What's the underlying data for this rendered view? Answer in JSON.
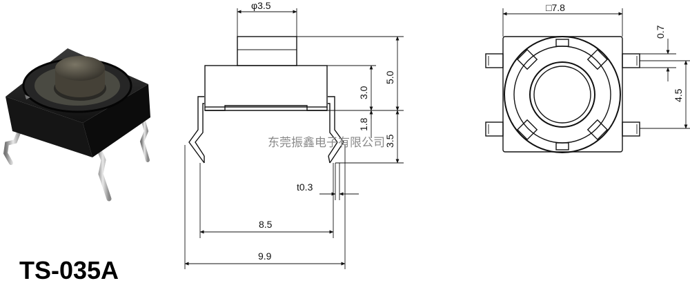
{
  "model_name": "TS-035A",
  "watermark": "东莞振鑫电子有限公司",
  "side_view": {
    "actuator_diameter": "φ3.5",
    "total_height": "5.0",
    "body_height": "3.0",
    "base_height": "1.8",
    "pin_length": "3.5",
    "pin_thickness": "t0.3",
    "pin_inner_span": "8.5",
    "pin_outer_span": "9.9"
  },
  "top_view": {
    "body_size": "□7.8",
    "terminal_width": "0.7",
    "terminal_pitch": "4.5"
  }
}
